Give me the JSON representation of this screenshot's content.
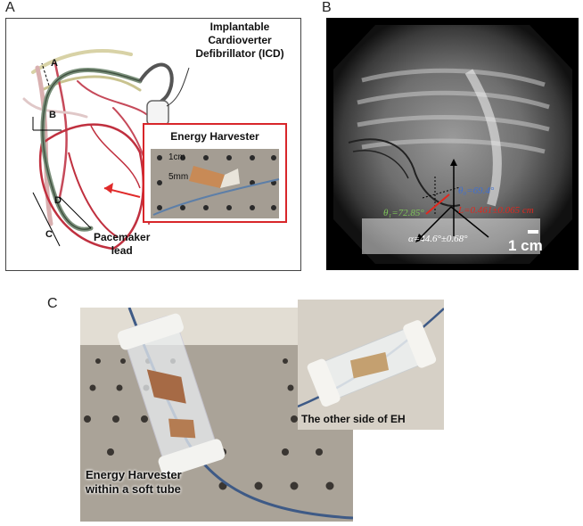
{
  "panels": {
    "a": "A",
    "b": "B",
    "c": "C"
  },
  "panel_a": {
    "device_line1": "Implantable",
    "device_line2": "Cardioverter",
    "device_line3": "Defibrillator (ICD)",
    "inset_title": "Energy Harvester",
    "scale_1cm": "1cm",
    "scale_5mm": "5mm",
    "lead_line1": "Pacemaker",
    "lead_line2": "lead",
    "marker_a": "A",
    "marker_b": "B",
    "marker_c": "C",
    "marker_d": "D"
  },
  "panel_b": {
    "theta0": "θ₀=69.4°",
    "length": "L=0.461±0.065 cm",
    "theta1": "θ₁=72.85°",
    "alpha": "α=44.6°±0.68°",
    "scale_bar": "1 cm",
    "colors": {
      "theta0": "#3f6fd0",
      "length": "#e0281e",
      "theta1": "#7fc45a",
      "alpha": "#ffffff"
    }
  },
  "panel_c": {
    "caption_main_line1": "Energy Harvester",
    "caption_main_line2": "within a soft tube",
    "caption_other": "The other side of EH"
  }
}
